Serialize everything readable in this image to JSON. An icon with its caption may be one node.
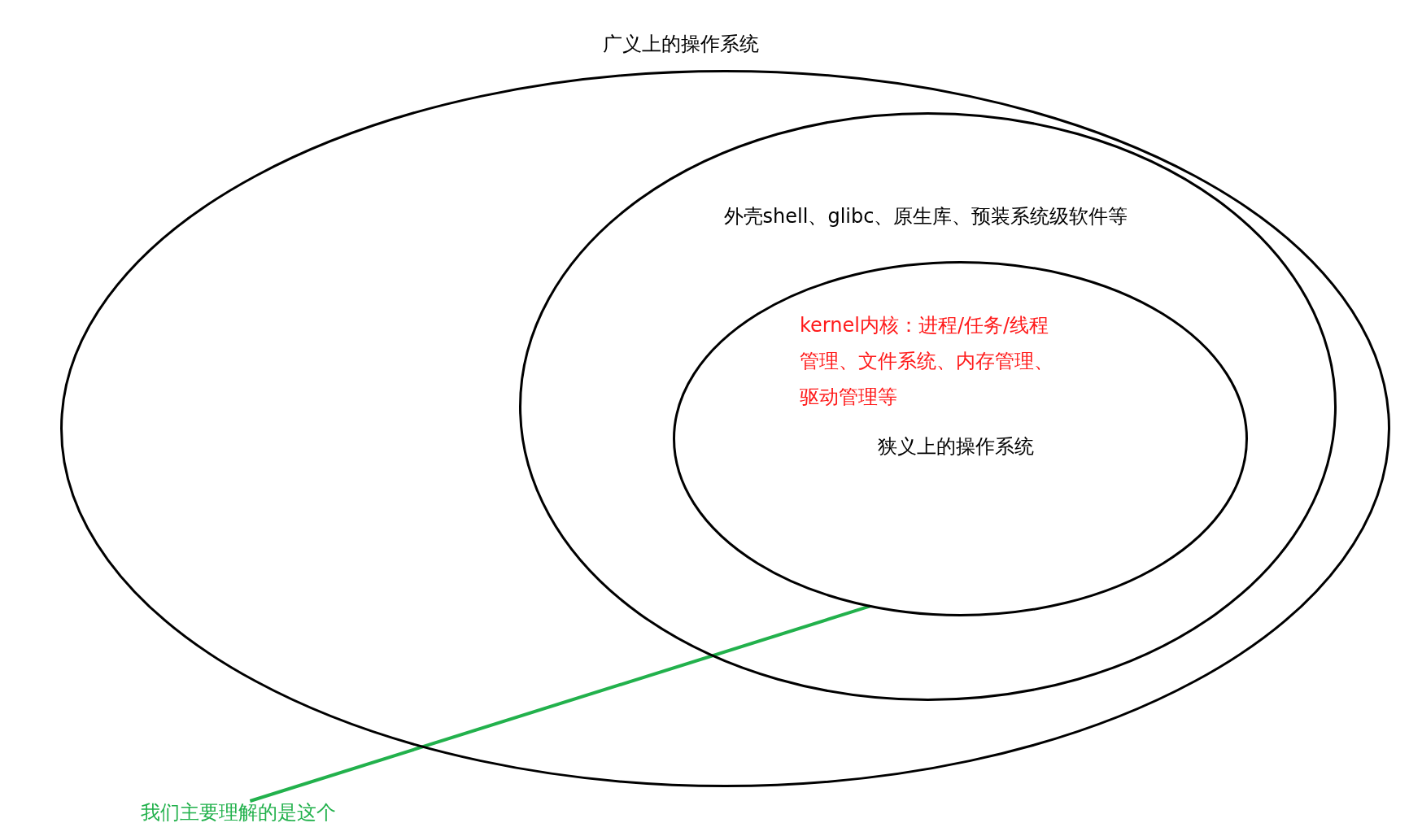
{
  "diagram": {
    "nodes": [
      {
        "text": [
          "广义上的操作系统"
        ]
      },
      {
        "text": [
          "外壳shell、glibc、原生库、预装系统级软件等"
        ],
        "in": 0
      },
      {
        "text": [
          "kernel内核：进程/任务/线程管理、文件系统、内存管理、驱动管理等",
          "狭义上的操作系统"
        ],
        "in": 1
      },
      {
        "text": [
          "我们主要理解的是这个"
        ]
      }
    ],
    "edges": [
      {
        "from": 3,
        "to": 2,
        "arrow": "none",
        "color": "#22b14c"
      }
    ]
  }
}
